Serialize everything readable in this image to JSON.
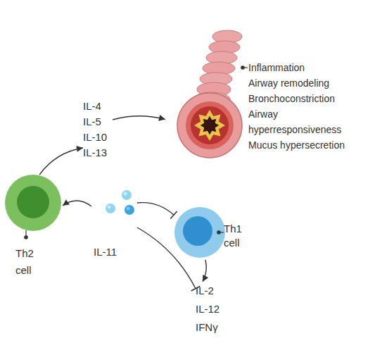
{
  "diagram": {
    "nodes": [
      {
        "text": [
          "Inflammation",
          "Airway remodeling",
          "Bronchoconstriction",
          "Airway hyperresponsiveness",
          "Mucus hypersecretion"
        ]
      },
      {
        "text": [
          "IL-4",
          "IL-5",
          "IL-10",
          "IL-13"
        ]
      },
      {
        "text": [
          "Th2 cell"
        ]
      },
      {
        "text": [
          "IL-11"
        ]
      },
      {
        "text": [
          "Th1 cell"
        ]
      },
      {
        "text": [
          "IL-2",
          "IL-12",
          "IFNγ"
        ]
      }
    ],
    "edges": [
      {
        "from": 3,
        "to": 2,
        "arrow": "to"
      },
      {
        "from": 3,
        "to": 4,
        "arrow": "to"
      },
      {
        "from": 3,
        "to": 5,
        "arrow": "to"
      },
      {
        "from": 4,
        "to": 5,
        "arrow": "to"
      },
      {
        "from": 2,
        "to": 1,
        "arrow": "to"
      },
      {
        "from": 1,
        "to": 0,
        "arrow": "to"
      }
    ]
  }
}
